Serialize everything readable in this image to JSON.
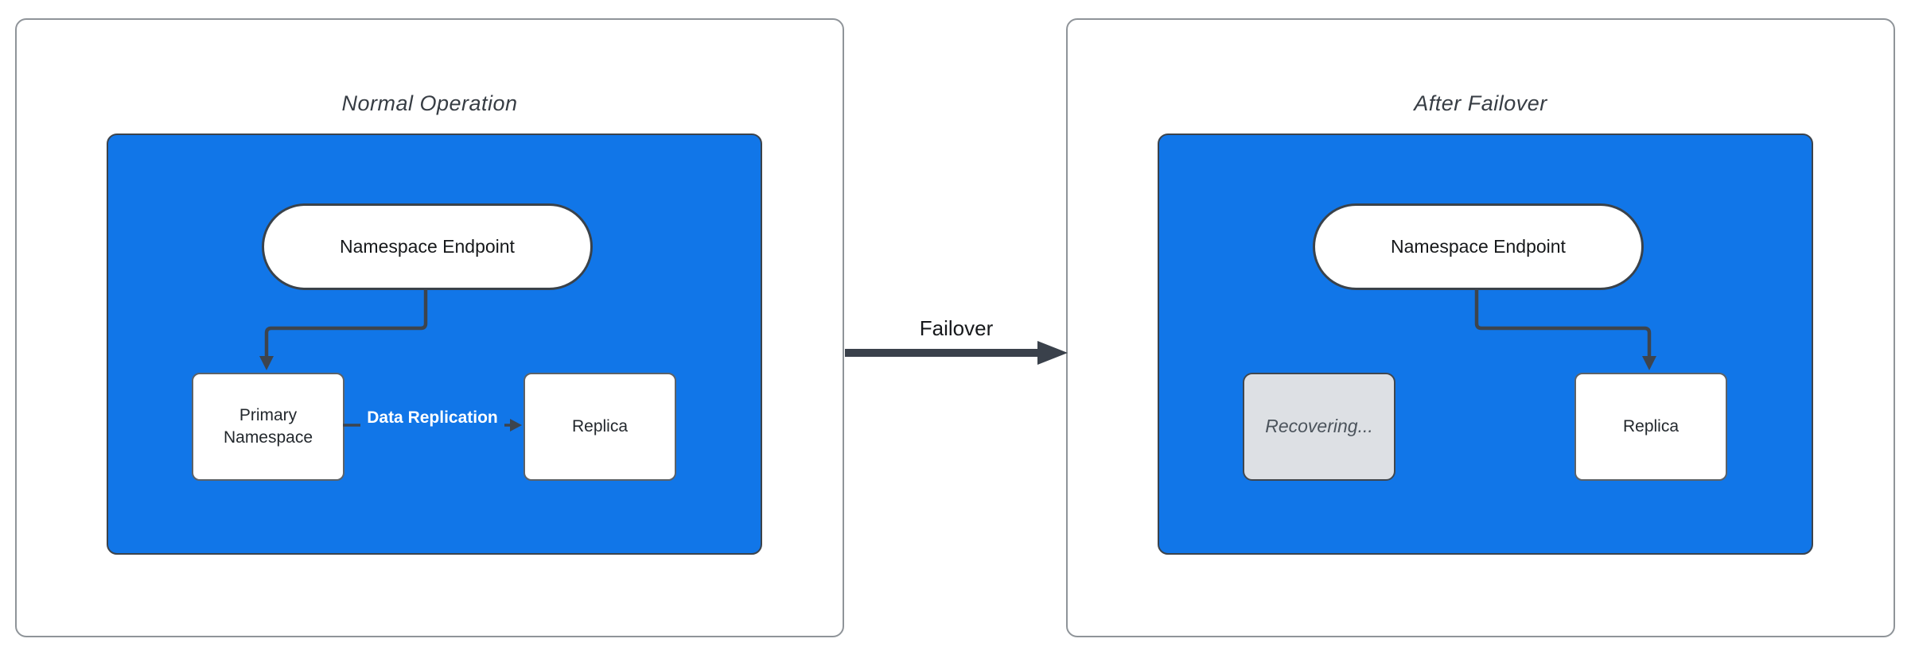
{
  "panels": [
    {
      "title": "Normal Operation",
      "endpoint": "Namespace Endpoint",
      "left_node": "Primary Namespace",
      "right_node": "Replica",
      "edge_label": "Data Replication"
    },
    {
      "title": "After Failover",
      "endpoint": "Namespace Endpoint",
      "left_node": "Recovering...",
      "right_node": "Replica"
    }
  ],
  "transition": {
    "label": "Failover"
  },
  "colors": {
    "cluster-blue": "#1176e8",
    "stroke-dark": "#3d444d",
    "panel-border": "#8f9499",
    "recovering-fill": "#dde0e4",
    "recovering-text": "#4c545c",
    "title-text": "#373d44",
    "node-text": "#23282d",
    "edge-label-text": "#ffffff"
  }
}
